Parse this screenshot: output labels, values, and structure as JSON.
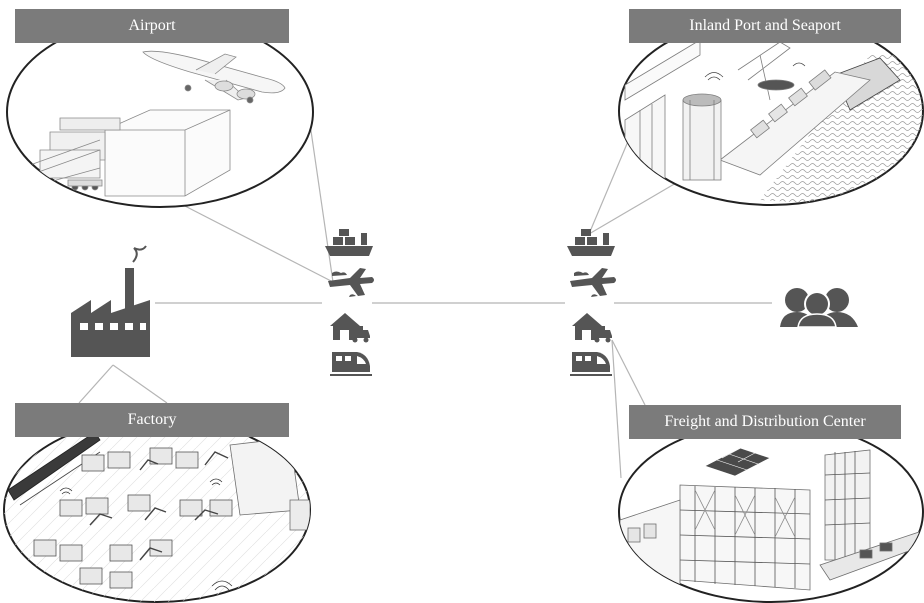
{
  "labels": {
    "airport": "Airport",
    "port": "Inland Port and Seaport",
    "factory": "Factory",
    "freight": "Freight and Distribution Center"
  },
  "icons": {
    "factory": "factory-icon",
    "customers": "people-group-icon",
    "ship": "cargo-ship-icon",
    "plane": "airplane-icon",
    "truck": "warehouse-truck-icon",
    "train": "train-icon"
  },
  "colors": {
    "label_bg": "#7b7b7b",
    "label_text": "#ffffff",
    "icon": "#555555",
    "line": "#b5b5b5"
  }
}
